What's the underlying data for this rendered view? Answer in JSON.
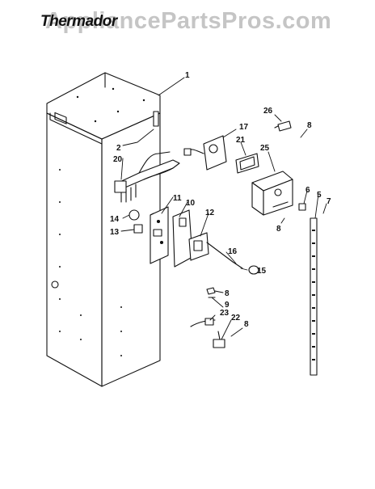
{
  "header": {
    "brand": "Thermador",
    "watermark": "AppliancePartsPros.com"
  },
  "footer": {
    "left_code": "",
    "right_code": ""
  },
  "callouts": [
    "1",
    "2",
    "20",
    "11",
    "10",
    "14",
    "13",
    "12",
    "16",
    "15",
    "8",
    "9",
    "23",
    "22",
    "8",
    "17",
    "21",
    "25",
    "26",
    "8",
    "6",
    "5",
    "7",
    "8"
  ]
}
